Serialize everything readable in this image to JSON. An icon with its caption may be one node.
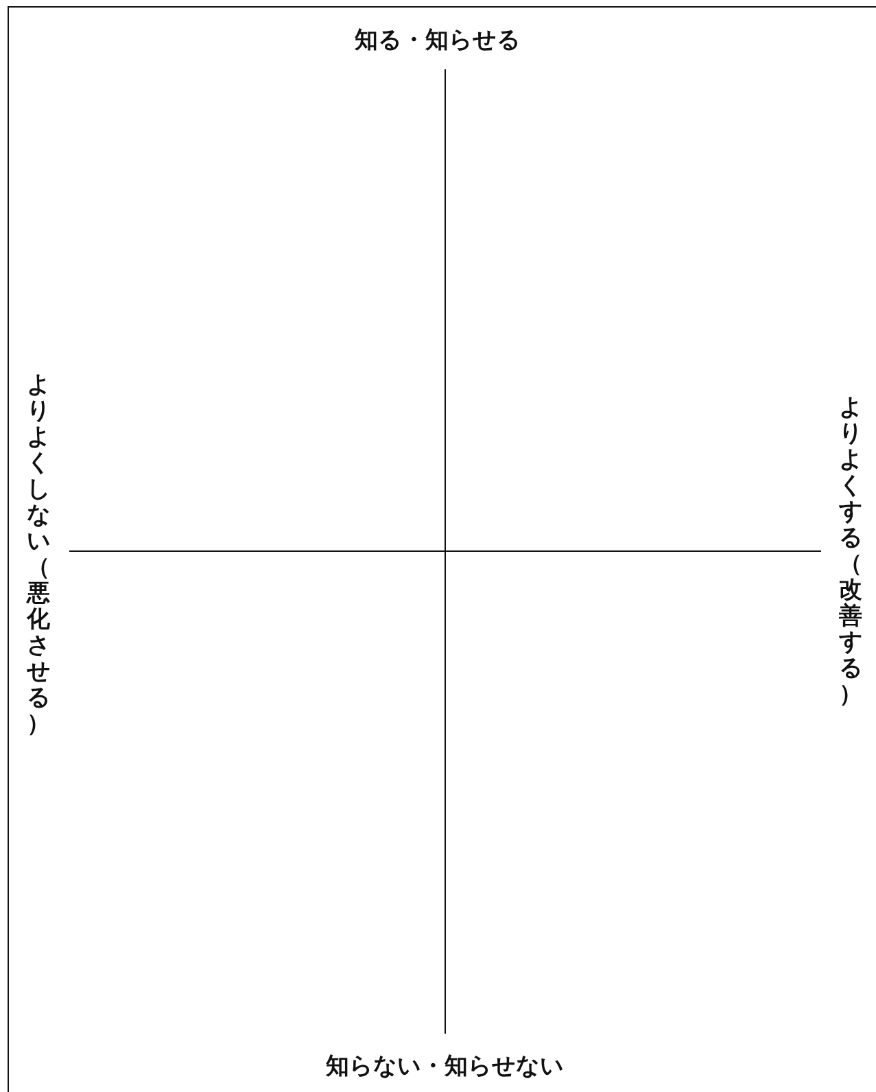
{
  "diagram": {
    "labels": [
      "知る・知らせる",
      "よりよくしない（悪化させる）",
      "よりよくする（改善する）",
      "知らない・知らせない"
    ]
  }
}
